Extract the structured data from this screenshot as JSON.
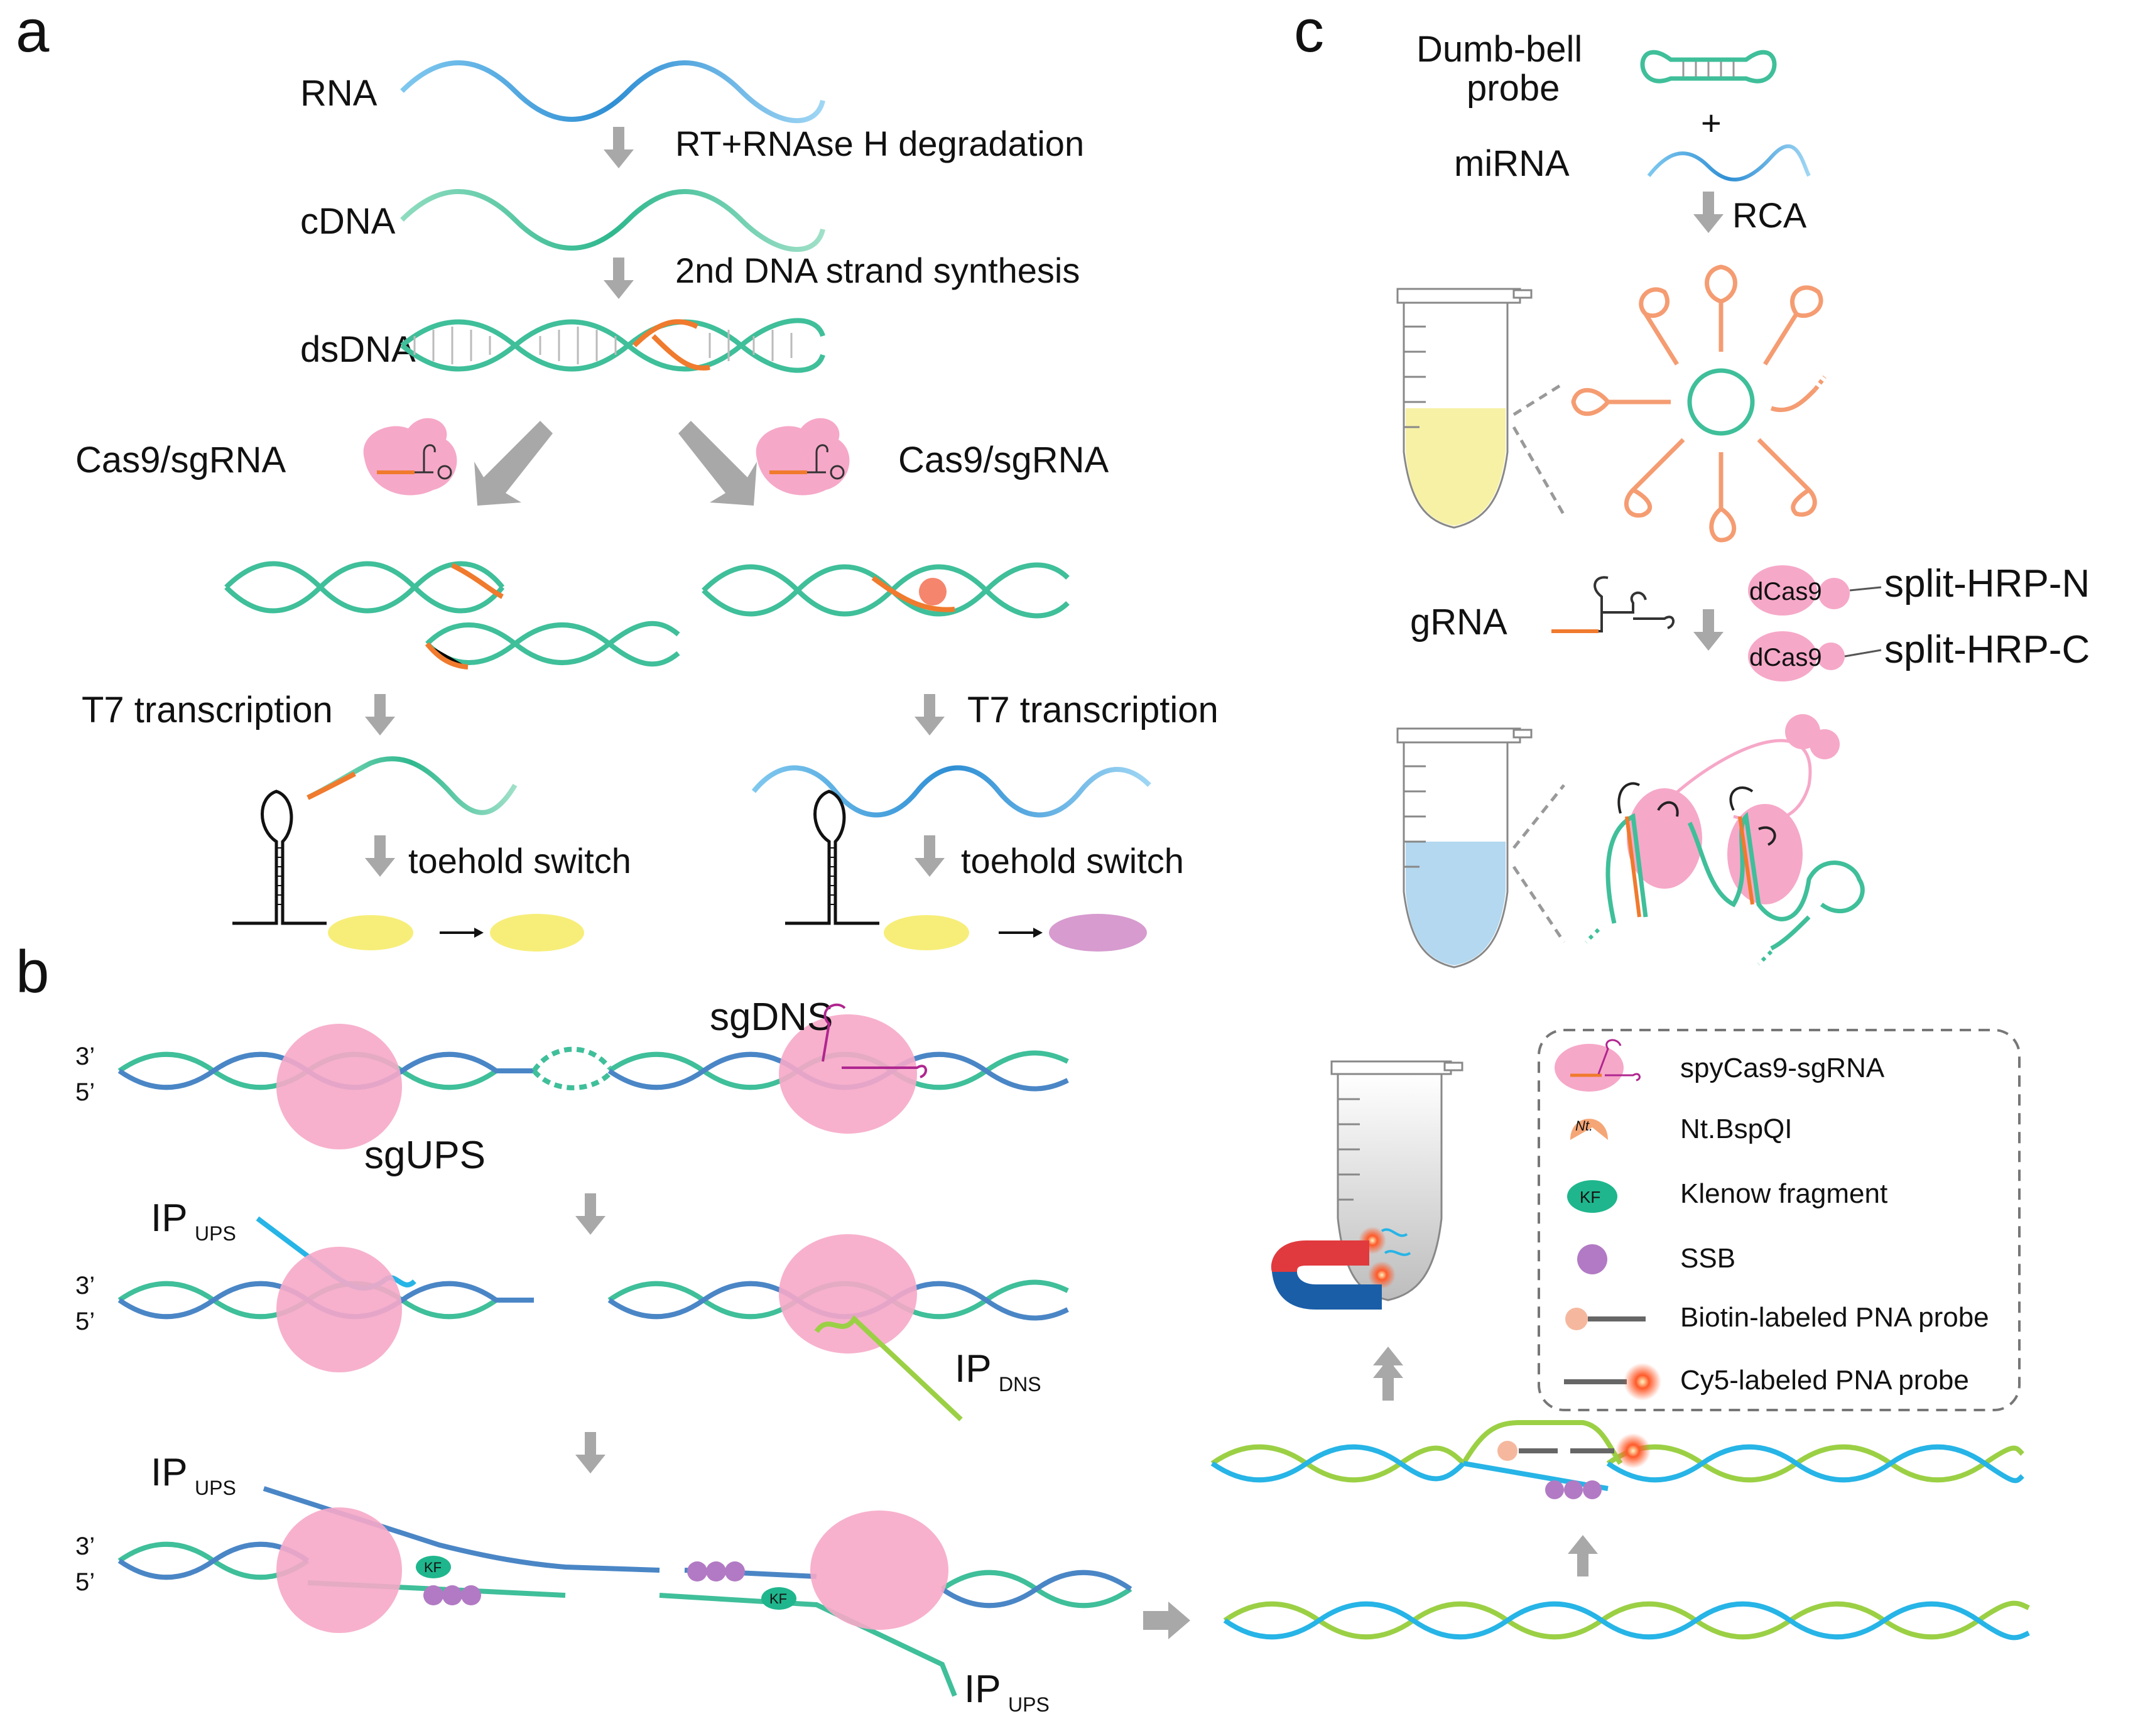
{
  "colors": {
    "rna": "#3aa7e0",
    "dna": "#3fbf9a",
    "dna_blue": "#4a86c6",
    "target": "#f07a2d",
    "cas9": "#f6a8c8",
    "arrow": "#a8a8a8",
    "reporter_off": "#f7ee7a",
    "reporter_on": "#d79bcf",
    "rca": "#f59c72",
    "ip_ups": "#27b4e6",
    "ip_dns": "#9bd045",
    "sgdns": "#b0268f",
    "kf": "#1fb68d",
    "ssb": "#b27ac4",
    "nt": "#f5a676",
    "tube_yellow": "#f7f1a6",
    "tube_blue": "#b3d8f0"
  },
  "panel_a": {
    "label": "a",
    "rna": "RNA",
    "step1": "RT+RNAse H degradation",
    "cdna": "cDNA",
    "step2": "2nd DNA strand synthesis",
    "dsdna": "dsDNA",
    "cas9_left": "Cas9/sgRNA",
    "cas9_right": "Cas9/sgRNA",
    "t7_left": "T7 transcription",
    "t7_right": "T7 transcription",
    "toehold_left": "toehold switch",
    "toehold_right": "toehold switch"
  },
  "panel_b": {
    "label": "b",
    "three_prime": "3’",
    "five_prime": "5’",
    "sgdns": "sgDNS",
    "sgups": "sgUPS",
    "ip": "IP",
    "ups": "UPS",
    "dns": "DNS",
    "kf": "KF",
    "legend": {
      "cas9": "spyCas9-sgRNA",
      "nt_icon": "Nt.",
      "nt": "Nt.BspQI",
      "kf_icon": "KF",
      "kf": "Klenow fragment",
      "ssb": "SSB",
      "biotin": "Biotin-labeled PNA probe",
      "cy5": "Cy5-labeled PNA probe"
    }
  },
  "panel_c": {
    "label": "c",
    "dumbbell_1": "Dumb-bell",
    "dumbbell_2": "probe",
    "plus": "+",
    "mirna": "miRNA",
    "rca": "RCA",
    "grna": "gRNA",
    "dcas9_1": "dCas9",
    "dcas9_2": "dCas9",
    "split_n": "split-HRP-N",
    "split_c": "split-HRP-C"
  }
}
